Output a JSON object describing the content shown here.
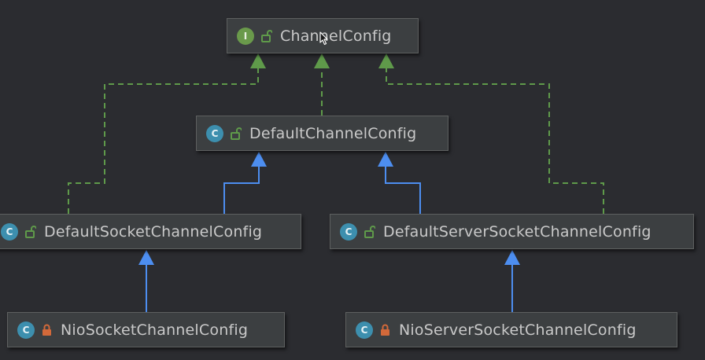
{
  "nodes": {
    "channel_config": {
      "name": "ChannelConfig",
      "kind": "interface",
      "badge": "I",
      "visibility": "public"
    },
    "default_channel_config": {
      "name": "DefaultChannelConfig",
      "kind": "class",
      "badge": "C",
      "visibility": "public"
    },
    "default_socket_channel_config": {
      "name": "DefaultSocketChannelConfig",
      "kind": "class",
      "badge": "C",
      "visibility": "public"
    },
    "default_server_socket_channel_config": {
      "name": "DefaultServerSocketChannelConfig",
      "kind": "class",
      "badge": "C",
      "visibility": "public"
    },
    "nio_socket_channel_config": {
      "name": "NioSocketChannelConfig",
      "kind": "class",
      "badge": "C",
      "visibility": "private"
    },
    "nio_server_socket_channel_config": {
      "name": "NioServerSocketChannelConfig",
      "kind": "class",
      "badge": "C",
      "visibility": "private"
    }
  },
  "colors": {
    "implements_edge": "#5f9a4a",
    "extends_edge": "#4d8ef0",
    "public_lock": "#5f9a4a",
    "private_lock": "#d3693a"
  },
  "edges": [
    {
      "from": "default_channel_config",
      "to": "channel_config",
      "type": "implements"
    },
    {
      "from": "default_socket_channel_config",
      "to": "channel_config",
      "type": "implements"
    },
    {
      "from": "default_server_socket_channel_config",
      "to": "channel_config",
      "type": "implements"
    },
    {
      "from": "default_socket_channel_config",
      "to": "default_channel_config",
      "type": "extends"
    },
    {
      "from": "default_server_socket_channel_config",
      "to": "default_channel_config",
      "type": "extends"
    },
    {
      "from": "nio_socket_channel_config",
      "to": "default_socket_channel_config",
      "type": "extends"
    },
    {
      "from": "nio_server_socket_channel_config",
      "to": "default_server_socket_channel_config",
      "type": "extends"
    }
  ]
}
